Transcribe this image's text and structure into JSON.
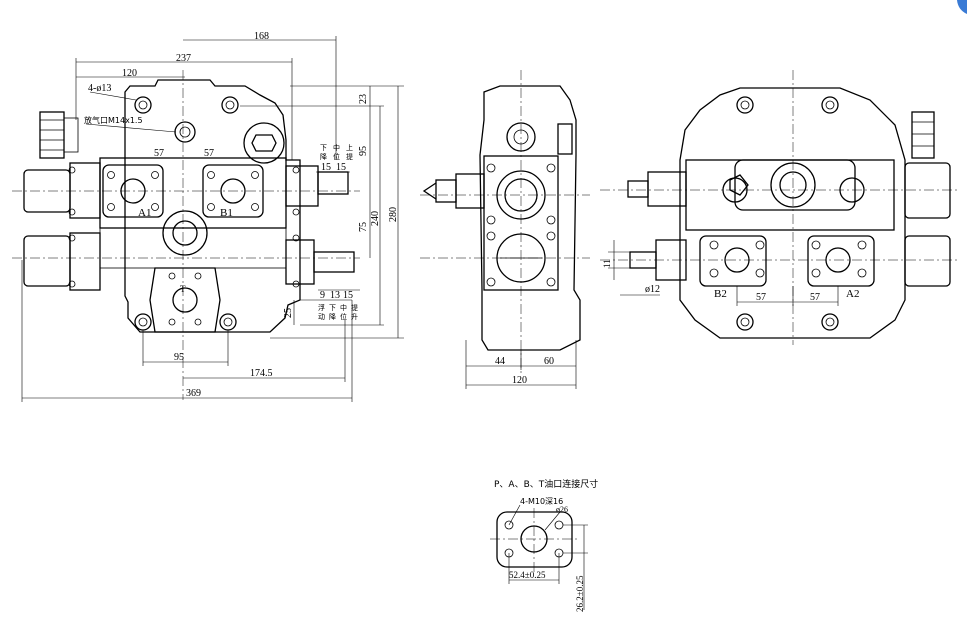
{
  "front_view": {
    "dims": {
      "d168": "168",
      "d237": "237",
      "d120": "120",
      "holes": "4-ø13",
      "vent": "放气口M14x1.5",
      "d57a": "57",
      "d57b": "57",
      "d23": "23",
      "d95v": "95",
      "d240": "240",
      "d280": "280",
      "d75": "75",
      "d25": "25",
      "d95h": "95",
      "d174": "174.5",
      "d369": "369",
      "d15a": "15",
      "d15b": "15",
      "d9": "9",
      "d13": "13",
      "d15c": "15"
    },
    "ports": {
      "a1": "A1",
      "b1": "B1",
      "t": "T"
    },
    "lever_upper": {
      "c1": [
        "下",
        "降"
      ],
      "c2": [
        "中",
        "位"
      ],
      "c3": [
        "上",
        "提"
      ]
    },
    "lever_lower": {
      "c1": [
        "浮",
        "动"
      ],
      "c2": [
        "下",
        "降"
      ],
      "c3": [
        "中",
        "位"
      ],
      "c4": [
        "提",
        "升"
      ]
    }
  },
  "side_view": {
    "dims": {
      "d44": "44",
      "d60": "60",
      "d120": "120"
    }
  },
  "rear_view": {
    "dims": {
      "d11": "11",
      "d12": "ø12",
      "d57a": "57",
      "d57b": "57"
    },
    "ports": {
      "b2": "B2",
      "a2": "A2"
    }
  },
  "flange_detail": {
    "title": "P、A、B、T油口连接尺寸",
    "thread": "4-M10深16",
    "bore": "ø26",
    "w": "52.4±0.25",
    "h": "26.2±0.25"
  }
}
